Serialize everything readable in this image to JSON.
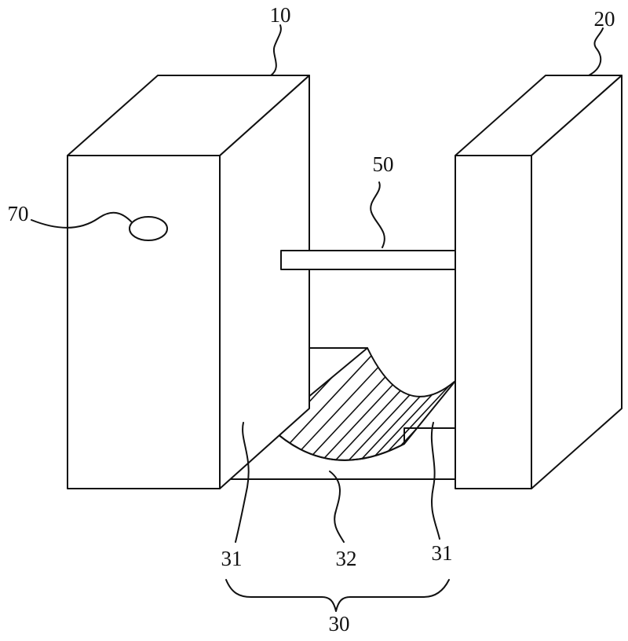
{
  "labels": {
    "left_block": "10",
    "right_block": "20",
    "assembly": "30",
    "side_part_left": "31",
    "side_part_right": "31",
    "groove": "32",
    "bar": "50",
    "hole": "70"
  }
}
